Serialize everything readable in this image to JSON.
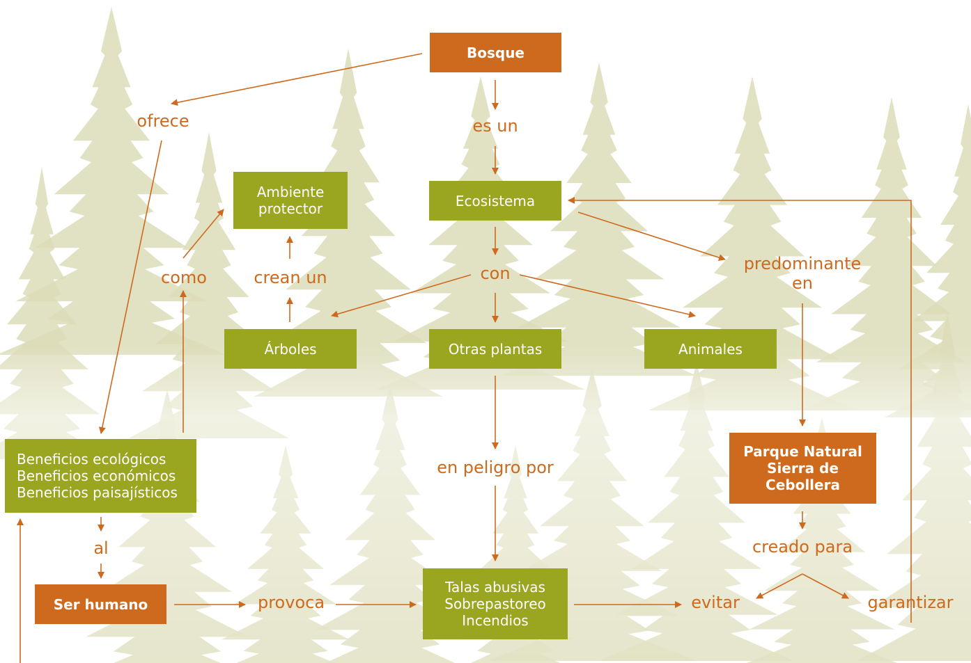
{
  "colors": {
    "accent": "#cd6a1d",
    "node_green": "#9aa620",
    "tree": "#dcdcb8",
    "text_on_node": "#ffffff"
  },
  "nodes": {
    "bosque": "Bosque",
    "ecosistema": "Ecosistema",
    "ambiente": "Ambiente\nprotector",
    "arboles": "Árboles",
    "otras_plantas": "Otras plantas",
    "animales": "Animales",
    "beneficios": "Beneficios ecológicos\nBeneficios económicos\nBeneficios paisajísticos",
    "ser_humano": "Ser humano",
    "talas": "Talas abusivas\nSobrepastoreo\nIncendios",
    "parque": "Parque Natural\nSierra de\nCebollera"
  },
  "labels": {
    "ofrece": "ofrece",
    "es_un": "es un",
    "como": "como",
    "crean_un": "crean un",
    "con": "con",
    "predominante": "predominante\nen",
    "en_peligro": "en peligro por",
    "al": "al",
    "provoca": "provoca",
    "creado_para": "creado para",
    "evitar": "evitar",
    "garantizar": "garantizar"
  }
}
